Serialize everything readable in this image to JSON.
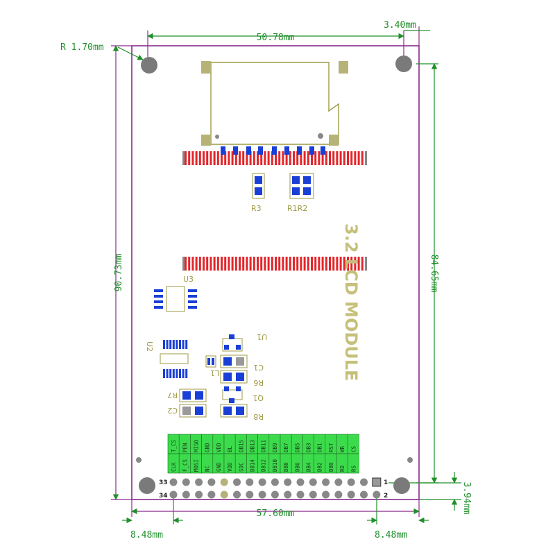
{
  "dimensions": {
    "corner_radius": "R 1.70mm",
    "top_width": "50.78mm",
    "top_right_offset": "3.40mm",
    "left_height": "90.73mm",
    "right_height": "84.65mm",
    "bottom_width": "57.60mm",
    "bottom_left_offset": "8.48mm",
    "bottom_right_offset": "8.48mm",
    "bottom_right_vertical": "3.94mm"
  },
  "silkscreen": {
    "title": "3.2 LCD MODULE",
    "r3": "R3",
    "r1r2": "R1R2",
    "u3": "U3",
    "u2": "U2",
    "u1": "U1",
    "c1": "C1",
    "r6": "R6",
    "q1": "Q1",
    "r7": "R7",
    "c2": "C2",
    "r8": "R8",
    "l1": "L1"
  },
  "header": {
    "pin_33": "33",
    "pin_34": "34",
    "pin_1": "1",
    "pin_2": "2",
    "top_labels": [
      "T_CS",
      "PEN",
      "MISO",
      "GND",
      "VDD",
      "BL",
      "DB15",
      "DB13",
      "DB11",
      "DB9",
      "DB7",
      "DB5",
      "DB3",
      "DB1",
      "RST",
      "WR",
      "CS"
    ],
    "bottom_labels": [
      "CLK",
      "F_CS",
      "MOSI",
      "NC",
      "GND",
      "VDD",
      "SDC",
      "DB14",
      "DB12",
      "DB10",
      "DB8",
      "DB6",
      "DB4",
      "DB2",
      "DB0",
      "RD",
      "RS"
    ]
  },
  "colors": {
    "board_outline": "#8b2a8b",
    "dimension_text": "#1f8f2a",
    "silkscreen": "#9e9a45",
    "pad_red": "#e3262b",
    "pad_blue": "#1a3fd6",
    "pin_label_bg": "#3cdb4c",
    "hole_gray": "#7a7a7a"
  }
}
